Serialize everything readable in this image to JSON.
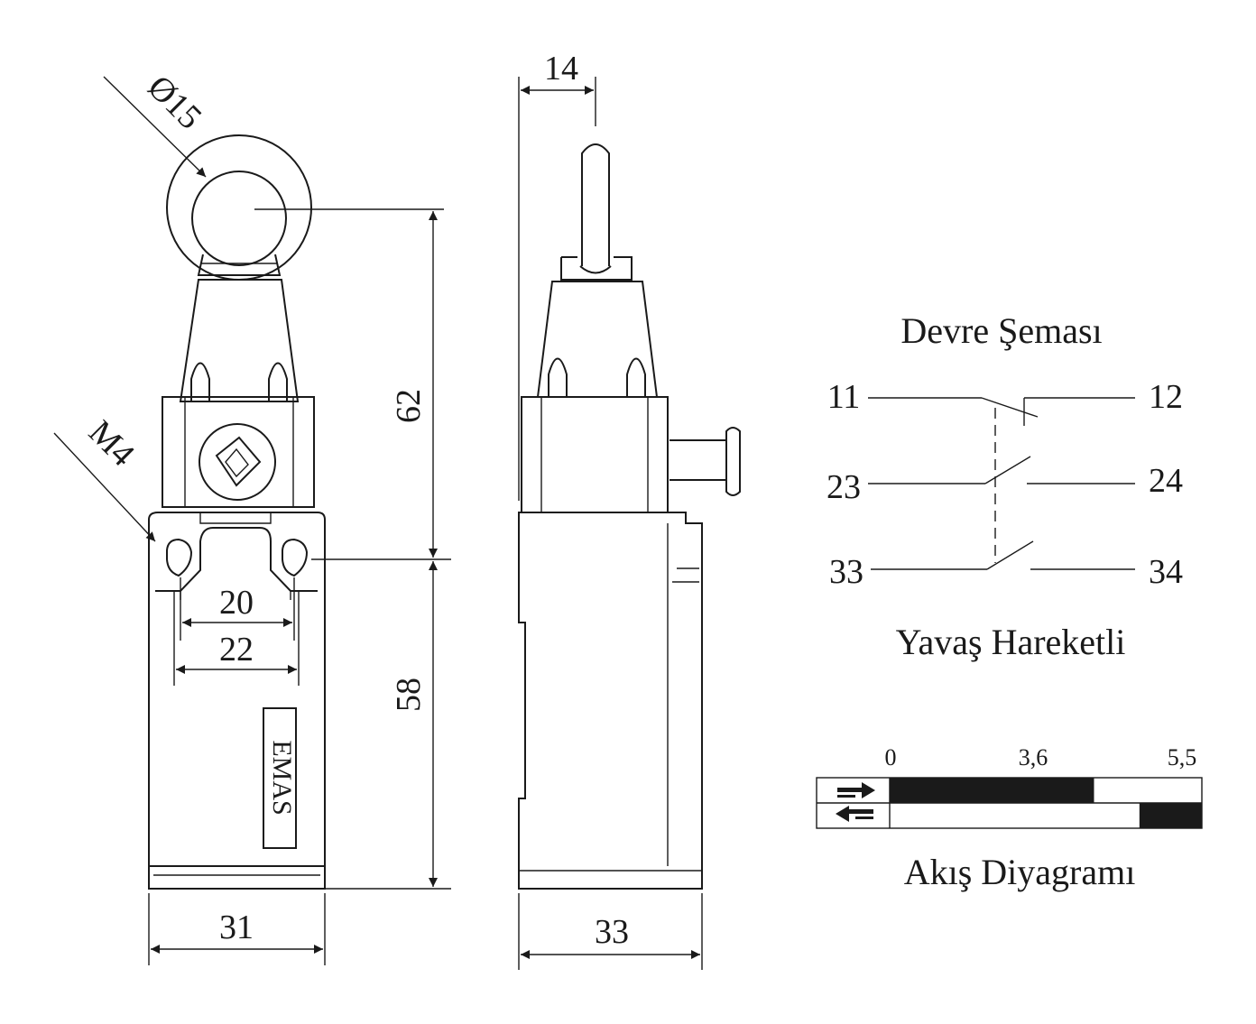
{
  "front_view": {
    "dims": {
      "roller_diameter": "Ø15",
      "thread": "M4",
      "hole_spacing_inner": "20",
      "hole_spacing_outer": "22",
      "width": "31",
      "height_upper": "62",
      "height_lower": "58"
    },
    "brand_label": "EMAS"
  },
  "side_view": {
    "dims": {
      "lever_offset": "14",
      "depth": "33"
    }
  },
  "circuit": {
    "title": "Devre Şeması",
    "terminals": {
      "t11": "11",
      "t12": "12",
      "t23": "23",
      "t24": "24",
      "t33": "33",
      "t34": "34"
    },
    "mode": "Yavaş Hareketli"
  },
  "flow": {
    "ticks": [
      "0",
      "3,6",
      "5,5"
    ],
    "title": "Akış Diyagramı",
    "rows": [
      {
        "direction": "forward",
        "on_from": 0,
        "on_to": 3.6
      },
      {
        "direction": "return",
        "on_from": 4.4,
        "on_to": 5.5
      }
    ]
  }
}
